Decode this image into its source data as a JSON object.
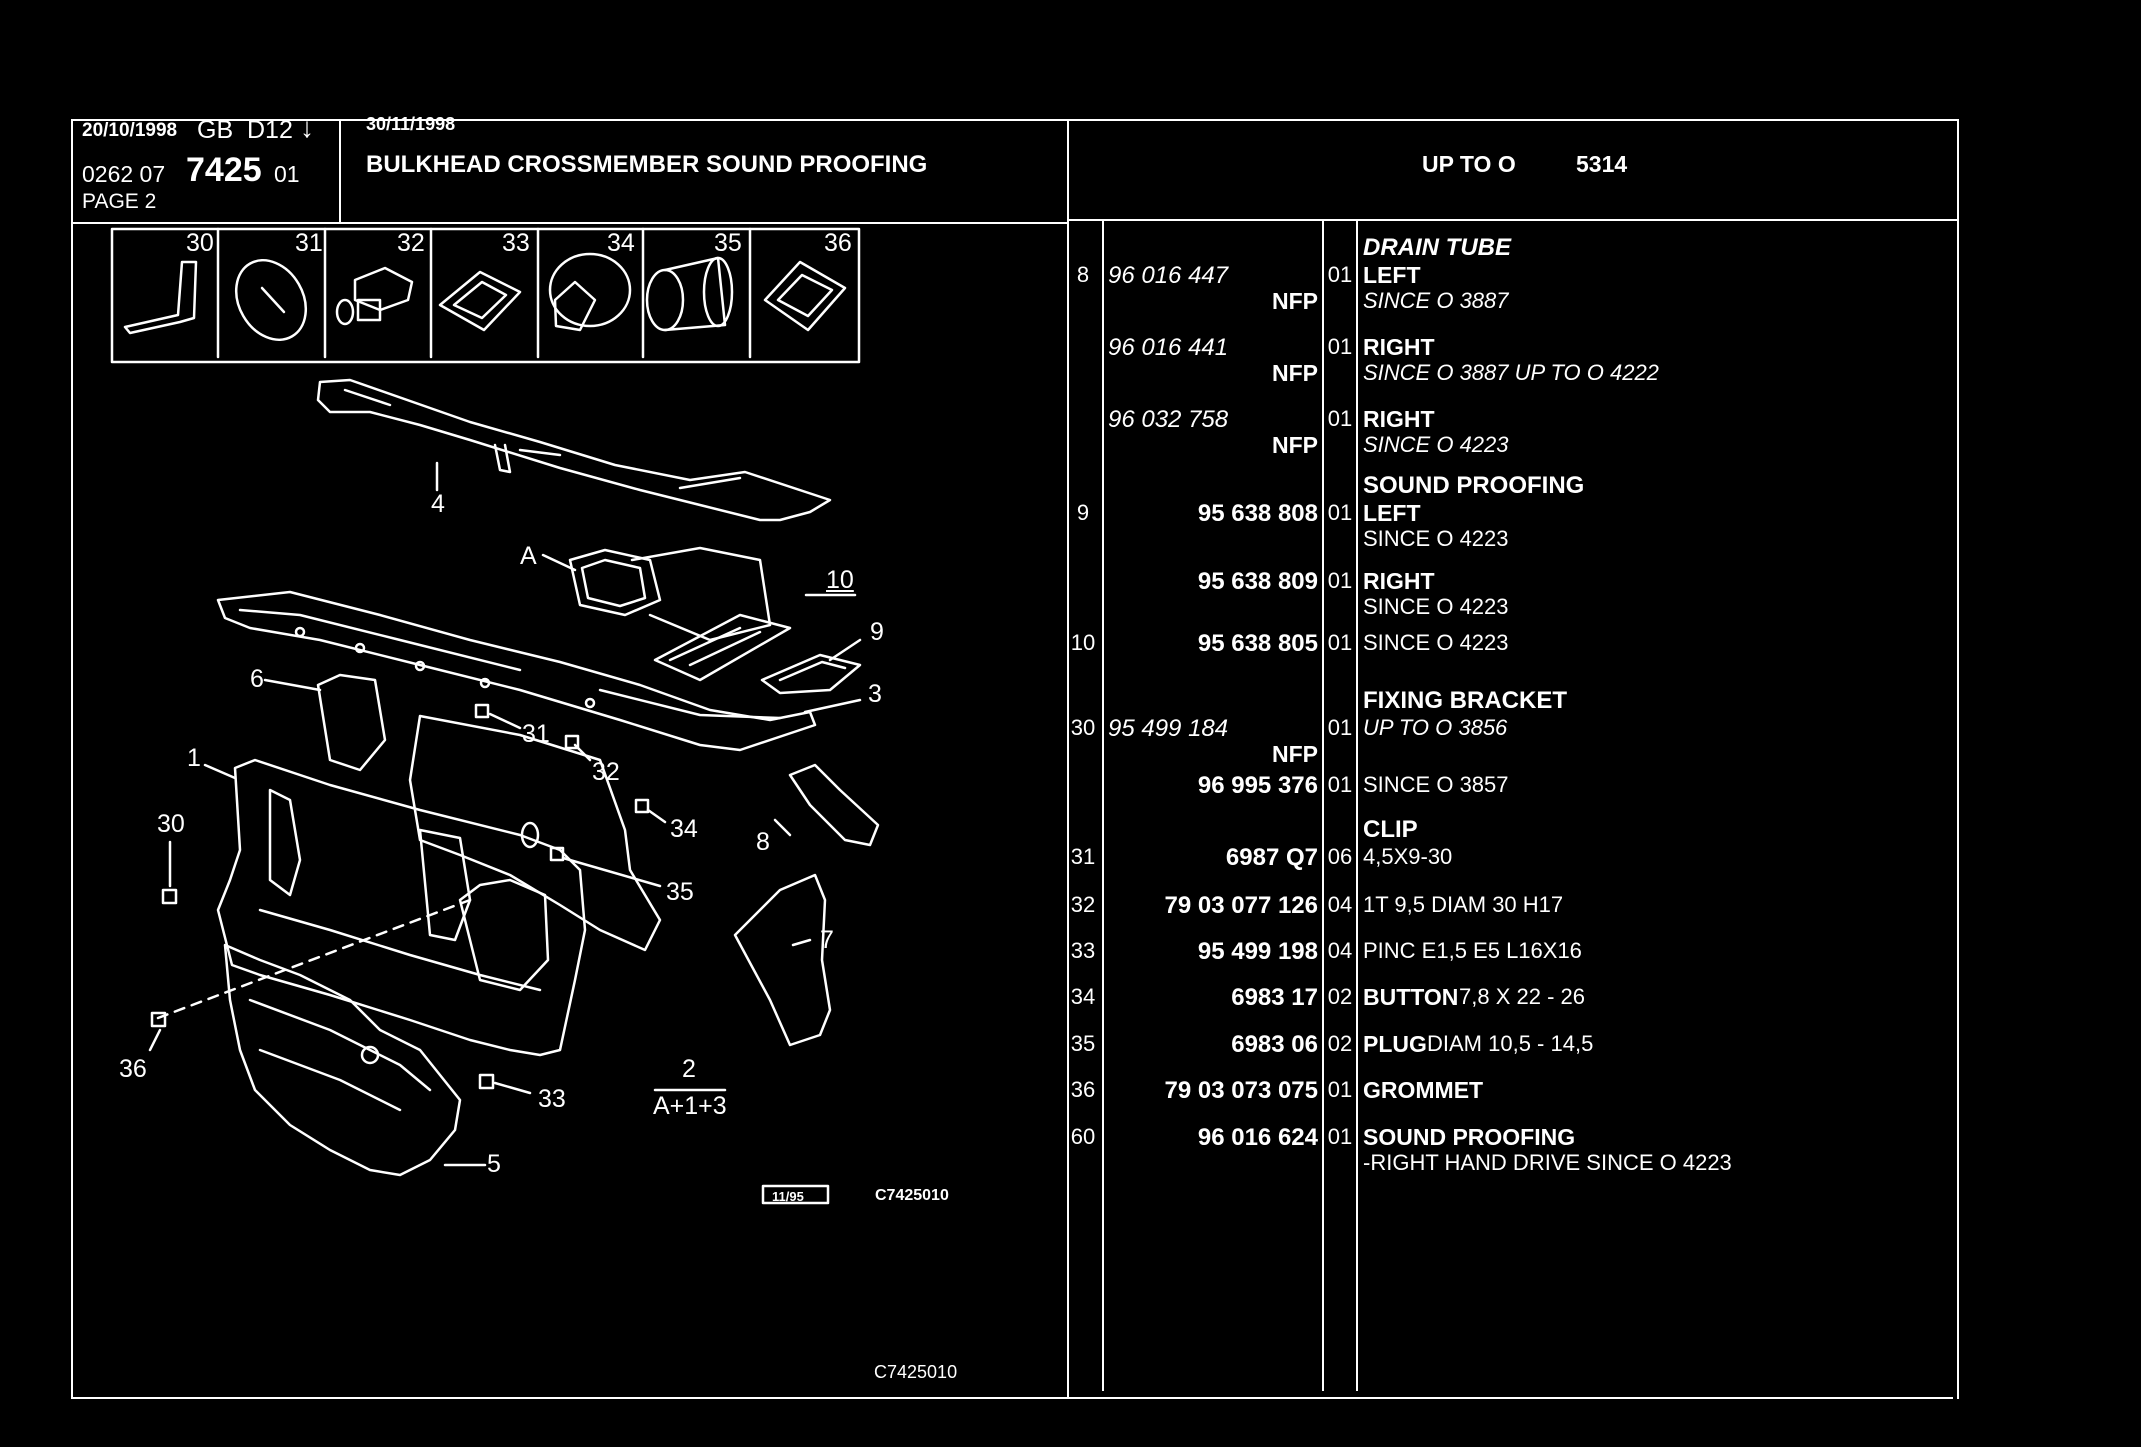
{
  "header": {
    "date_left": "20/10/1998",
    "country": "GB",
    "code": "D12",
    "arrow": "↓",
    "ref_prefix": "0262  07",
    "ref_main": "7425",
    "ref_suffix": "01",
    "page": "PAGE  2",
    "date_right": "30/11/1998",
    "title": "BULKHEAD CROSSMEMBER SOUND PROOFING",
    "applicability": "UP  TO  O",
    "applicability_num": "5314"
  },
  "thumbnails": [
    "30",
    "31",
    "32",
    "33",
    "34",
    "35",
    "36"
  ],
  "diagram_labels": {
    "l4": "4",
    "lA": "A",
    "l10": "10",
    "l9": "9",
    "l6": "6",
    "l3": "3",
    "l31": "31",
    "l32": "32",
    "l1": "1",
    "l30": "30",
    "l34": "34",
    "l35": "35",
    "l8": "8",
    "l7": "7",
    "l36": "36",
    "l33": "33",
    "l5": "5",
    "l2": "2",
    "l2b": "A+1+3"
  },
  "footer": {
    "date_box": "11/95",
    "code1": "C7425010",
    "code2": "C7425010"
  },
  "parts": [
    {
      "num": "8",
      "ref": "96 016 447",
      "ref_italic": true,
      "nfp": "NFP",
      "qty": "01",
      "group": "DRAIN TUBE",
      "desc_bold": "LEFT",
      "desc": "",
      "desc2": "SINCE O  3887",
      "desc2_italic": true
    },
    {
      "num": "",
      "ref": "96 016 441",
      "ref_italic": true,
      "nfp": "NFP",
      "qty": "01",
      "group": "",
      "desc_bold": "RIGHT",
      "desc": "",
      "desc2": "SINCE O  3887 UP  TO  O  4222",
      "desc2_italic": true
    },
    {
      "num": "",
      "ref": "96 032 758",
      "ref_italic": true,
      "nfp": "NFP",
      "qty": "01",
      "group": "",
      "desc_bold": "RIGHT",
      "desc": "",
      "desc2": "SINCE O  4223",
      "desc2_italic": true
    },
    {
      "num": "9",
      "ref": "95 638 808",
      "ref_italic": false,
      "nfp": "",
      "qty": "01",
      "group": "SOUND PROOFING",
      "desc_bold": "LEFT",
      "desc": "",
      "desc2": "SINCE  O  4223",
      "desc2_italic": false
    },
    {
      "num": "",
      "ref": "95 638 809",
      "ref_italic": false,
      "nfp": "",
      "qty": "01",
      "group": "",
      "desc_bold": "RIGHT",
      "desc": "",
      "desc2": "SINCE  O  4223",
      "desc2_italic": false
    },
    {
      "num": "10",
      "ref": "95 638 805",
      "ref_italic": false,
      "nfp": "",
      "qty": "01",
      "group": "",
      "desc_bold": "",
      "desc": "SINCE  O  4223",
      "desc2": "",
      "desc2_italic": false
    },
    {
      "num": "30",
      "ref": "95 499 184",
      "ref_italic": true,
      "nfp": "NFP",
      "qty": "01",
      "group": "FIXING BRACKET",
      "desc_bold": "",
      "desc": "UP  TO  O  3856",
      "desc_italic": true,
      "desc2": "",
      "desc2_italic": false
    },
    {
      "num": "",
      "ref": "96 995 376",
      "ref_italic": false,
      "nfp": "",
      "qty": "01",
      "group": "",
      "desc_bold": "",
      "desc": "SINCE  O  3857",
      "desc2": "",
      "desc2_italic": false
    },
    {
      "num": "31",
      "ref": "6987 Q7",
      "ref_italic": false,
      "nfp": "",
      "qty": "06",
      "group": "CLIP",
      "desc_bold": "",
      "desc": "4,5X9-30",
      "desc2": "",
      "desc2_italic": false
    },
    {
      "num": "32",
      "ref": "79 03 077 126",
      "ref_italic": false,
      "nfp": "",
      "qty": "04",
      "group": "",
      "desc_bold": "",
      "desc": "1T  9,5  DIAM  30  H17",
      "desc2": "",
      "desc2_italic": false
    },
    {
      "num": "33",
      "ref": "95 499 198",
      "ref_italic": false,
      "nfp": "",
      "qty": "04",
      "group": "",
      "desc_bold": "",
      "desc": "PINC  E1,5  E5  L16X16",
      "desc2": "",
      "desc2_italic": false
    },
    {
      "num": "34",
      "ref": "6983 17",
      "ref_italic": false,
      "nfp": "",
      "qty": "02",
      "group": "",
      "desc_bold": "BUTTON",
      "desc": " 7,8  X  22  -  26",
      "desc2": "",
      "desc2_italic": false
    },
    {
      "num": "35",
      "ref": "6983 06",
      "ref_italic": false,
      "nfp": "",
      "qty": "02",
      "group": "",
      "desc_bold": "PLUG",
      "desc": " DIAM  10,5  -  14,5",
      "desc2": "",
      "desc2_italic": false
    },
    {
      "num": "36",
      "ref": "79 03 073 075",
      "ref_italic": false,
      "nfp": "",
      "qty": "01",
      "group": "",
      "desc_bold": "GROMMET",
      "desc": "",
      "desc2": "",
      "desc2_italic": false
    },
    {
      "num": "60",
      "ref": "96 016 624",
      "ref_italic": false,
      "nfp": "",
      "qty": "01",
      "group": "",
      "desc_bold": "SOUND PROOFING",
      "desc": "",
      "desc2": "-RIGHT  HAND  DRIVE  SINCE  O  4223",
      "desc2_italic": false
    }
  ]
}
